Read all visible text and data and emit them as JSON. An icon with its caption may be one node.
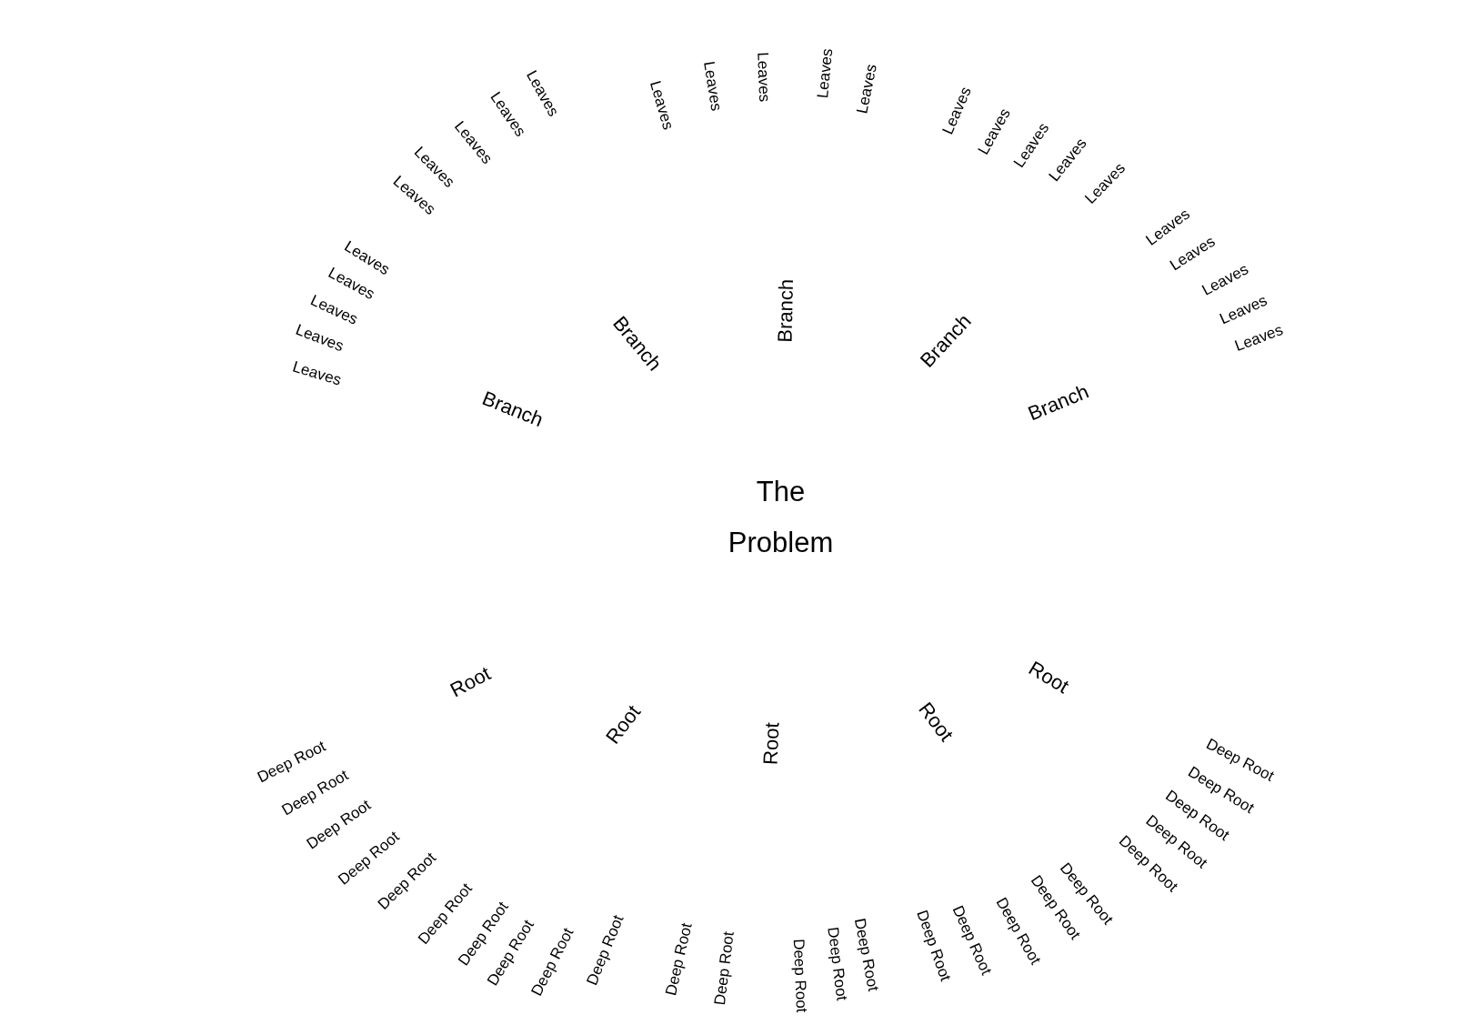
{
  "diagram": {
    "nodes": [
      {
        "text": [
          "The Problem"
        ]
      },
      {
        "text": [
          "Branch"
        ]
      },
      {
        "text": [
          "Branch"
        ]
      },
      {
        "text": [
          "Branch"
        ]
      },
      {
        "text": [
          "Branch"
        ]
      },
      {
        "text": [
          "Branch"
        ]
      },
      {
        "text": [
          "Leaves"
        ]
      },
      {
        "text": [
          "Leaves"
        ]
      },
      {
        "text": [
          "Leaves"
        ]
      },
      {
        "text": [
          "Leaves"
        ]
      },
      {
        "text": [
          "Leaves"
        ]
      },
      {
        "text": [
          "Leaves"
        ]
      },
      {
        "text": [
          "Leaves"
        ]
      },
      {
        "text": [
          "Leaves"
        ]
      },
      {
        "text": [
          "Leaves"
        ]
      },
      {
        "text": [
          "Leaves"
        ]
      },
      {
        "text": [
          "Leaves"
        ]
      },
      {
        "text": [
          "Leaves"
        ]
      },
      {
        "text": [
          "Leaves"
        ]
      },
      {
        "text": [
          "Leaves"
        ]
      },
      {
        "text": [
          "Leaves"
        ]
      },
      {
        "text": [
          "Leaves"
        ]
      },
      {
        "text": [
          "Leaves"
        ]
      },
      {
        "text": [
          "Leaves"
        ]
      },
      {
        "text": [
          "Leaves"
        ]
      },
      {
        "text": [
          "Leaves"
        ]
      },
      {
        "text": [
          "Leaves"
        ]
      },
      {
        "text": [
          "Leaves"
        ]
      },
      {
        "text": [
          "Leaves"
        ]
      },
      {
        "text": [
          "Leaves"
        ]
      },
      {
        "text": [
          "Leaves"
        ]
      },
      {
        "text": [
          "Root"
        ]
      },
      {
        "text": [
          "Root"
        ]
      },
      {
        "text": [
          "Root"
        ]
      },
      {
        "text": [
          "Root"
        ]
      },
      {
        "text": [
          "Root"
        ]
      },
      {
        "text": [
          "Deep Root"
        ]
      },
      {
        "text": [
          "Deep Root"
        ]
      },
      {
        "text": [
          "Deep Root"
        ]
      },
      {
        "text": [
          "Deep Root"
        ]
      },
      {
        "text": [
          "Deep Root"
        ]
      },
      {
        "text": [
          "Deep Root"
        ]
      },
      {
        "text": [
          "Deep Root"
        ]
      },
      {
        "text": [
          "Deep Root"
        ]
      },
      {
        "text": [
          "Deep Root"
        ]
      },
      {
        "text": [
          "Deep Root"
        ]
      },
      {
        "text": [
          "Deep Root"
        ]
      },
      {
        "text": [
          "Deep Root"
        ]
      },
      {
        "text": [
          "Deep Root"
        ]
      },
      {
        "text": [
          "Deep Root"
        ]
      },
      {
        "text": [
          "Deep Root"
        ]
      },
      {
        "text": [
          "Deep Root"
        ]
      },
      {
        "text": [
          "Deep Root"
        ]
      },
      {
        "text": [
          "Deep Root"
        ]
      },
      {
        "text": [
          "Deep Root"
        ]
      },
      {
        "text": [
          "Deep Root"
        ]
      },
      {
        "text": [
          "Deep Root"
        ]
      },
      {
        "text": [
          "Deep Root"
        ]
      },
      {
        "text": [
          "Deep Root"
        ]
      },
      {
        "text": [
          "Deep Root"
        ]
      },
      {
        "text": [
          "Deep Root"
        ]
      }
    ]
  }
}
